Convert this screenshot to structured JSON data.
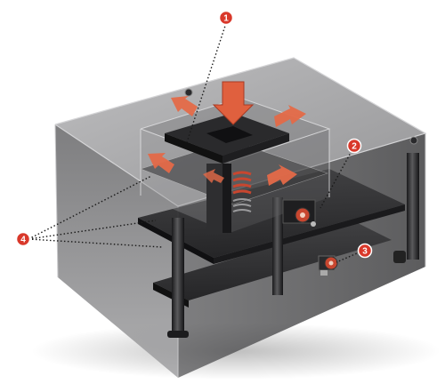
{
  "callouts": [
    {
      "id": "1",
      "label": "1"
    },
    {
      "id": "2",
      "label": "2"
    },
    {
      "id": "3",
      "label": "3"
    },
    {
      "id": "4",
      "label": "4"
    }
  ],
  "colors": {
    "accent": "#d9382a",
    "arrow": "#e0603e",
    "enclosure_dark": "#4a4a4c",
    "enclosure_light": "#9a9a9c",
    "metal": "#3a3a3c"
  },
  "icons": [
    "force-arrow-icon",
    "spring-icon",
    "dial-icon"
  ]
}
